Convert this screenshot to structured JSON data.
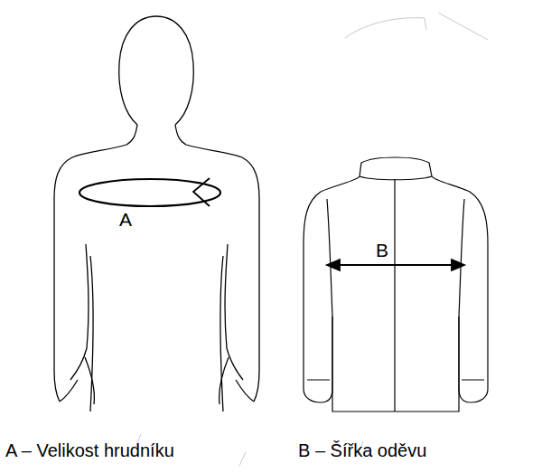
{
  "diagram": {
    "labels": [
      "A",
      "B",
      "A – Velikost hrudníku",
      "B – Šířka oděvu"
    ]
  }
}
